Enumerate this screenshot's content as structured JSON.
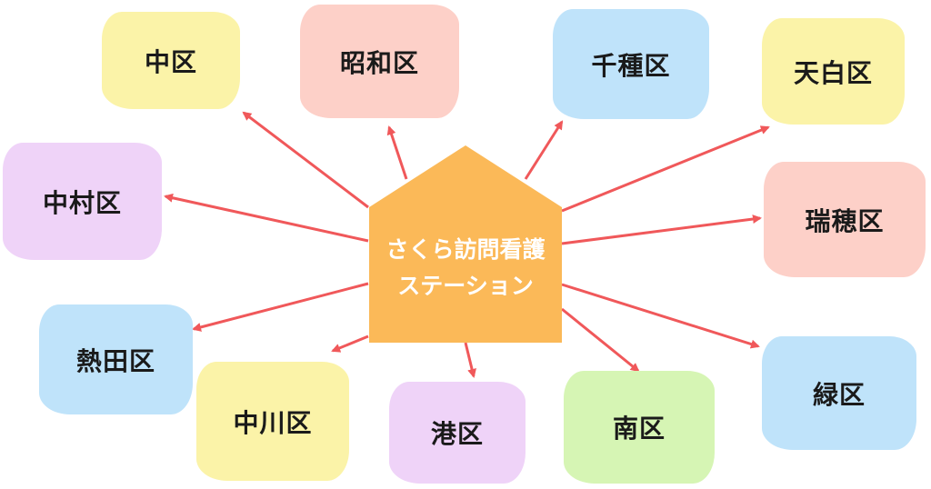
{
  "hub": {
    "line1": "さくら訪問看護",
    "line2": "ステーション",
    "color": "#FBB958"
  },
  "arrow_color": "#F0585A",
  "wards": [
    {
      "id": "naka",
      "label": "中区",
      "color": "#FBF3A8"
    },
    {
      "id": "showa",
      "label": "昭和区",
      "color": "#FDD0C8"
    },
    {
      "id": "chikusa",
      "label": "千種区",
      "color": "#BFE3FA"
    },
    {
      "id": "tempaku",
      "label": "天白区",
      "color": "#FBF3A8"
    },
    {
      "id": "nakamura",
      "label": "中村区",
      "color": "#EFD3F8"
    },
    {
      "id": "mizuho",
      "label": "瑞穂区",
      "color": "#FDD0C8"
    },
    {
      "id": "atsuta",
      "label": "熱田区",
      "color": "#BFE3FA"
    },
    {
      "id": "nakagawa",
      "label": "中川区",
      "color": "#FBF3A8"
    },
    {
      "id": "minato",
      "label": "港区",
      "color": "#EFD3F8"
    },
    {
      "id": "minami",
      "label": "南区",
      "color": "#D6F5B4"
    },
    {
      "id": "midori",
      "label": "緑区",
      "color": "#BFE3FA"
    }
  ]
}
